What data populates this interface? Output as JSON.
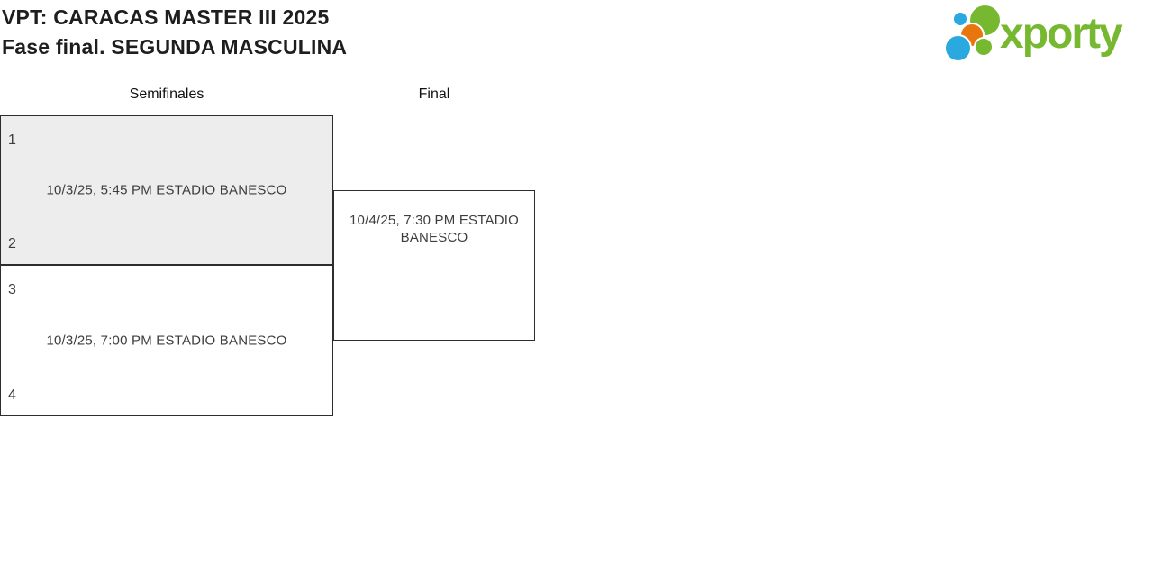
{
  "page": {
    "title_line1": "VPT: CARACAS MASTER III 2025",
    "title_line2": "Fase final. SEGUNDA MASCULINA"
  },
  "logo": {
    "text": "xporty",
    "colors": {
      "green": "#76b82f",
      "blue": "#29a9e0",
      "orange": "#e8750e"
    }
  },
  "bracket": {
    "rounds": [
      {
        "label": "Semifinales"
      },
      {
        "label": "Final"
      }
    ],
    "semifinals": [
      {
        "seed_top": "1",
        "seed_bottom": "2",
        "info": "10/3/25, 5:45 PM ESTADIO BANESCO",
        "highlighted": true
      },
      {
        "seed_top": "3",
        "seed_bottom": "4",
        "info": "10/3/25, 7:00 PM ESTADIO BANESCO",
        "highlighted": false
      }
    ],
    "final": {
      "info": "10/4/25, 7:30 PM ESTADIO BANESCO"
    }
  },
  "colors": {
    "match_highlight_bg": "#ededed",
    "border": "#2d2d2d"
  }
}
